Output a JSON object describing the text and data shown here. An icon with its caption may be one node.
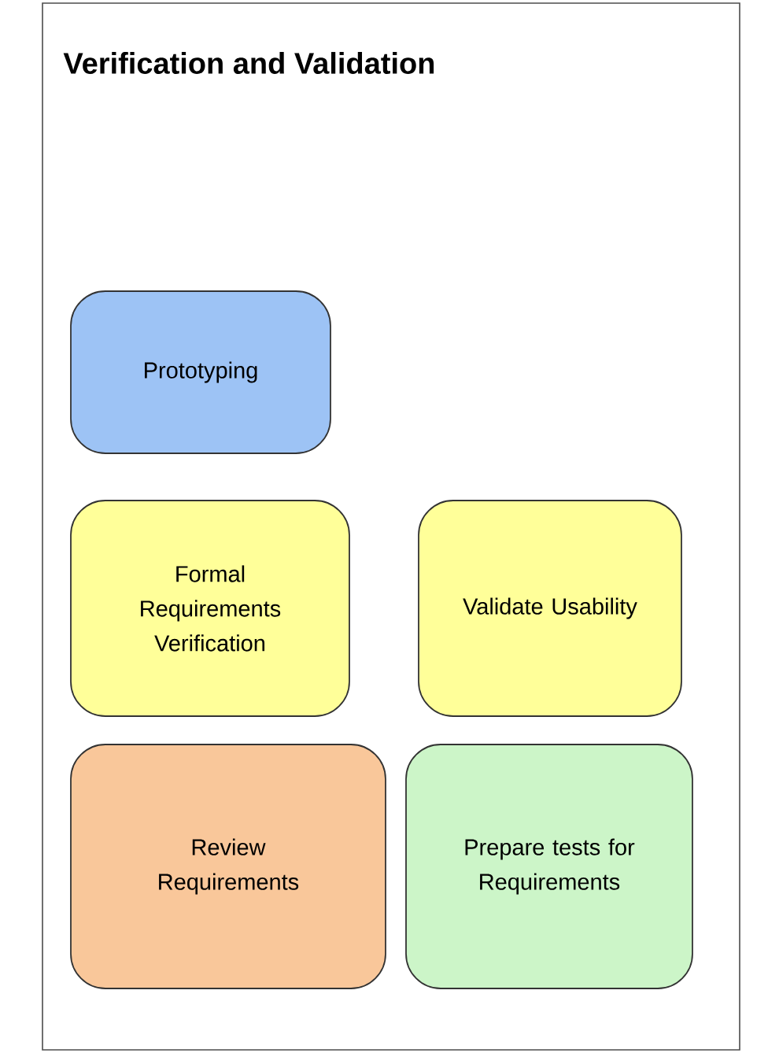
{
  "diagram": {
    "title": "Verification and Validation",
    "nodes": [
      {
        "text": [
          "Prototyping"
        ]
      },
      {
        "text": [
          "Formal Requirements Verification"
        ]
      },
      {
        "text": [
          "Validate Usability"
        ]
      },
      {
        "text": [
          "Review Requirements"
        ]
      },
      {
        "text": [
          "Prepare tests for Requirements"
        ]
      }
    ]
  }
}
